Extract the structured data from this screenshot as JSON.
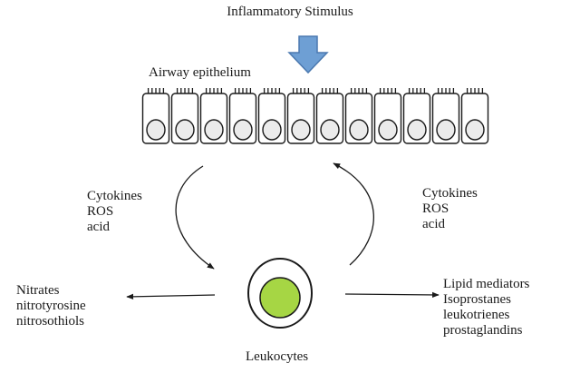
{
  "title": "Inflammatory Stimulus",
  "epithelium_label": "Airway epithelium",
  "left_mediators": [
    "Cytokines",
    "ROS",
    "acid"
  ],
  "right_mediators": [
    "Cytokines",
    "ROS",
    "acid"
  ],
  "left_products": [
    "Nitrates",
    "nitrotyrosine",
    "nitrosothiols"
  ],
  "right_products": [
    "Lipid mediators",
    "Isoprostanes",
    "leukotrienes",
    "prostaglandins"
  ],
  "leukocyte_label": "Leukocytes",
  "epithelium_cell_count": 12,
  "colors": {
    "arrow_fill": "#6e9fd4",
    "arrow_stroke": "#4b79b0",
    "cell_nucleus": "#a6d644",
    "stroke": "#1a1a1a"
  }
}
